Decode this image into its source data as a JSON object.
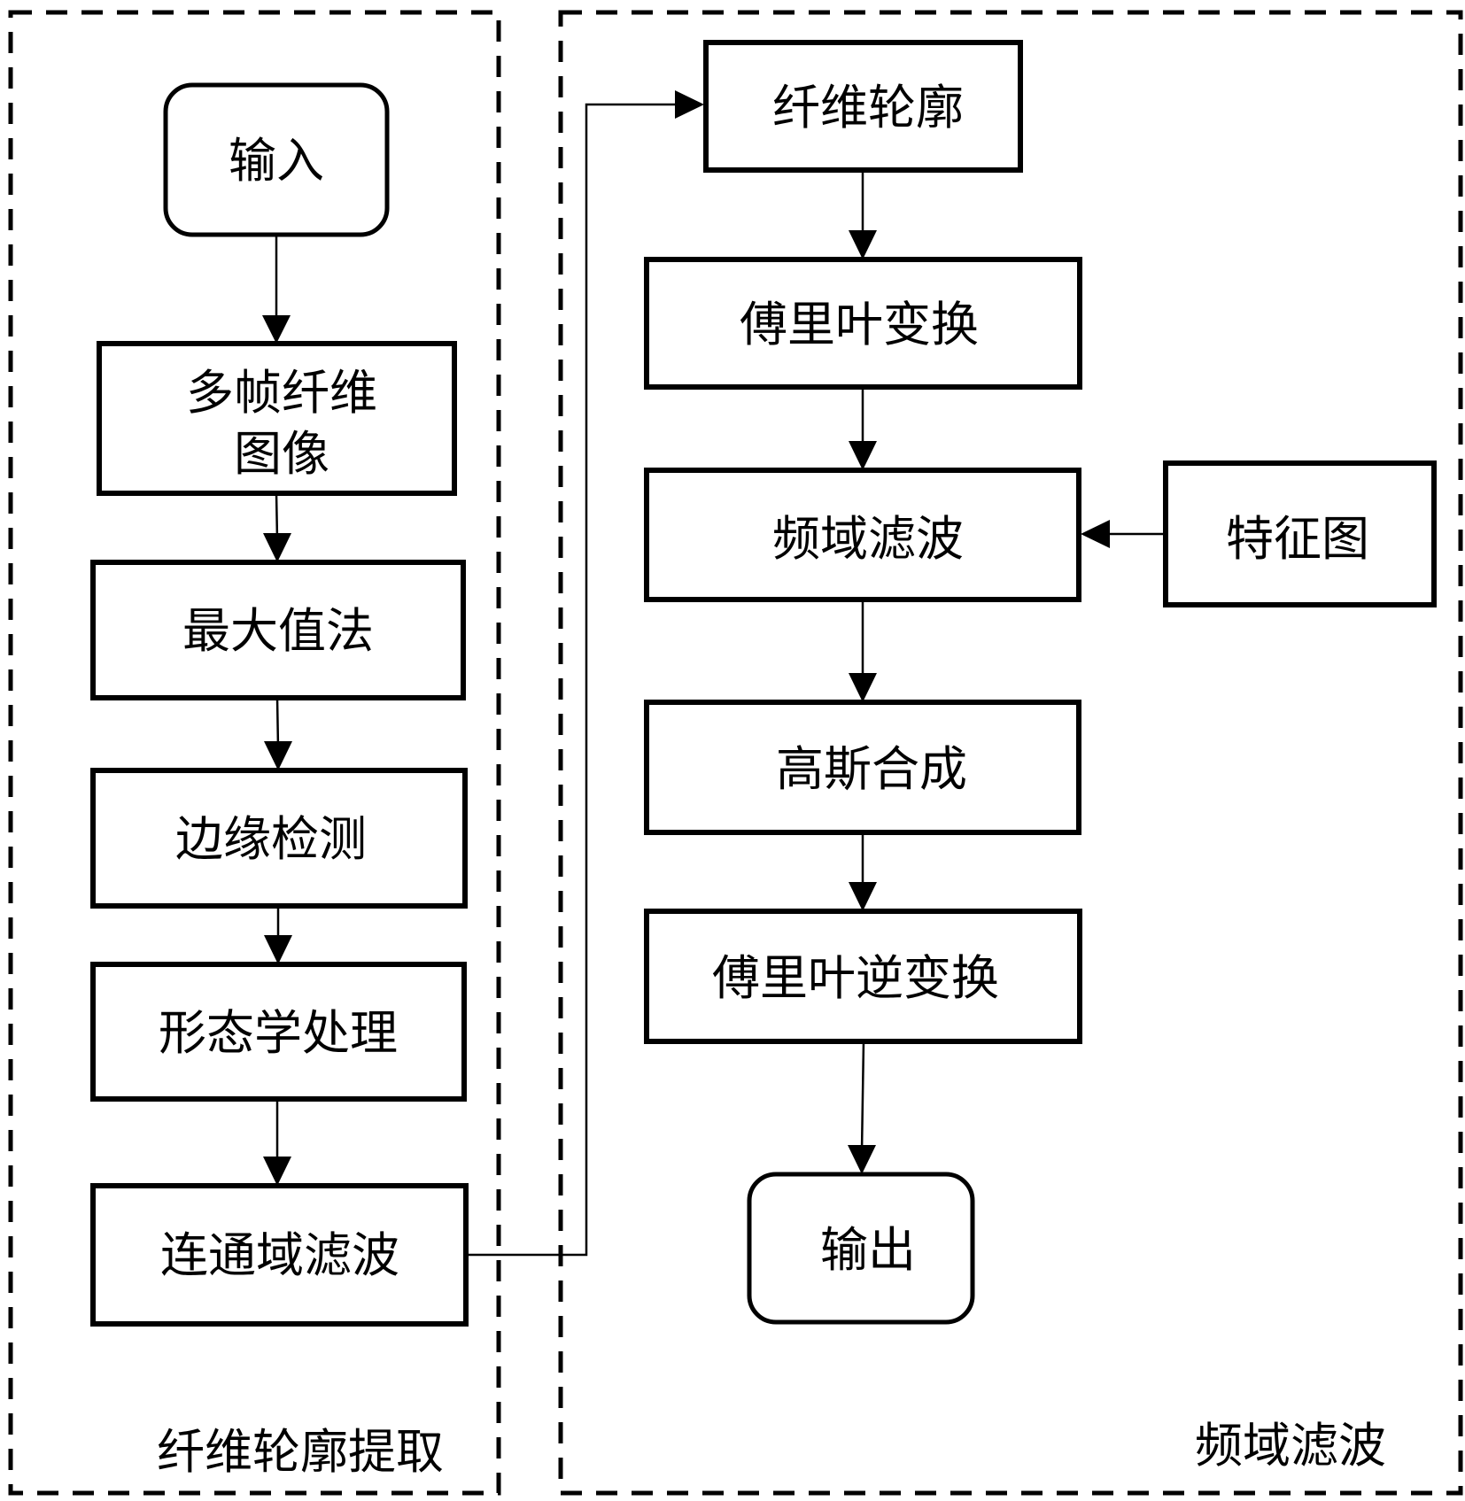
{
  "groups": {
    "contour_extraction": {
      "label": "纤维轮廓提取"
    },
    "frequency_filtering": {
      "label": "频域滤波"
    }
  },
  "nodes": {
    "input": {
      "label": "输入",
      "shape": "rounded"
    },
    "multi_frame": {
      "label_line1": "多帧纤维",
      "label_line2": "图像",
      "shape": "rect"
    },
    "max_method": {
      "label": "最大值法",
      "shape": "rect"
    },
    "edge_detection": {
      "label": "边缘检测",
      "shape": "rect"
    },
    "morphology": {
      "label": "形态学处理",
      "shape": "rect"
    },
    "connected_filter": {
      "label": "连通域滤波",
      "shape": "rect"
    },
    "fiber_contour": {
      "label": "纤维轮廓",
      "shape": "rect"
    },
    "fourier": {
      "label": "傅里叶变换",
      "shape": "rect"
    },
    "freq_filter": {
      "label": "频域滤波",
      "shape": "rect"
    },
    "feature_map": {
      "label": "特征图",
      "shape": "rect"
    },
    "gauss": {
      "label": "高斯合成",
      "shape": "rect"
    },
    "inverse_fourier": {
      "label": "傅里叶逆变换",
      "shape": "rect"
    },
    "output": {
      "label": "输出",
      "shape": "rounded"
    }
  },
  "edges": [
    {
      "from": "input",
      "to": "multi_frame"
    },
    {
      "from": "multi_frame",
      "to": "max_method"
    },
    {
      "from": "max_method",
      "to": "edge_detection"
    },
    {
      "from": "edge_detection",
      "to": "morphology"
    },
    {
      "from": "morphology",
      "to": "connected_filter"
    },
    {
      "from": "connected_filter",
      "to": "fiber_contour"
    },
    {
      "from": "fiber_contour",
      "to": "fourier"
    },
    {
      "from": "fourier",
      "to": "freq_filter"
    },
    {
      "from": "feature_map",
      "to": "freq_filter"
    },
    {
      "from": "freq_filter",
      "to": "gauss"
    },
    {
      "from": "gauss",
      "to": "inverse_fourier"
    },
    {
      "from": "inverse_fourier",
      "to": "output"
    }
  ]
}
